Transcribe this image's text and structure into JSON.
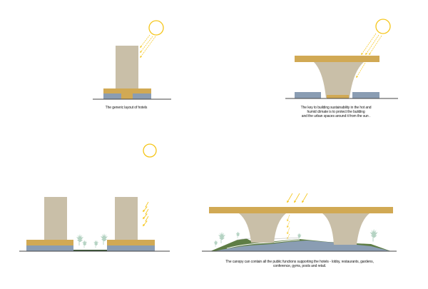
{
  "captions": {
    "generic": "The generic layout of hotels",
    "sustainability": [
      "The key to building sustainability in the hot and",
      "humid climate is to protect the building",
      "and the urban spaces around it from the sun ."
    ],
    "canopy": [
      "The canopy can contain all the public functions supporting the hotels - lobby, restaurants, gardens,",
      "conference, gyms, pools and retail."
    ]
  },
  "colors": {
    "tower": "#c9bfa8",
    "podium": "#d1a954",
    "base": "#8a9db3",
    "ground": "#444444",
    "green": "#5e7d45",
    "sun": "#f5c518",
    "tree": "#a8cbb8"
  }
}
